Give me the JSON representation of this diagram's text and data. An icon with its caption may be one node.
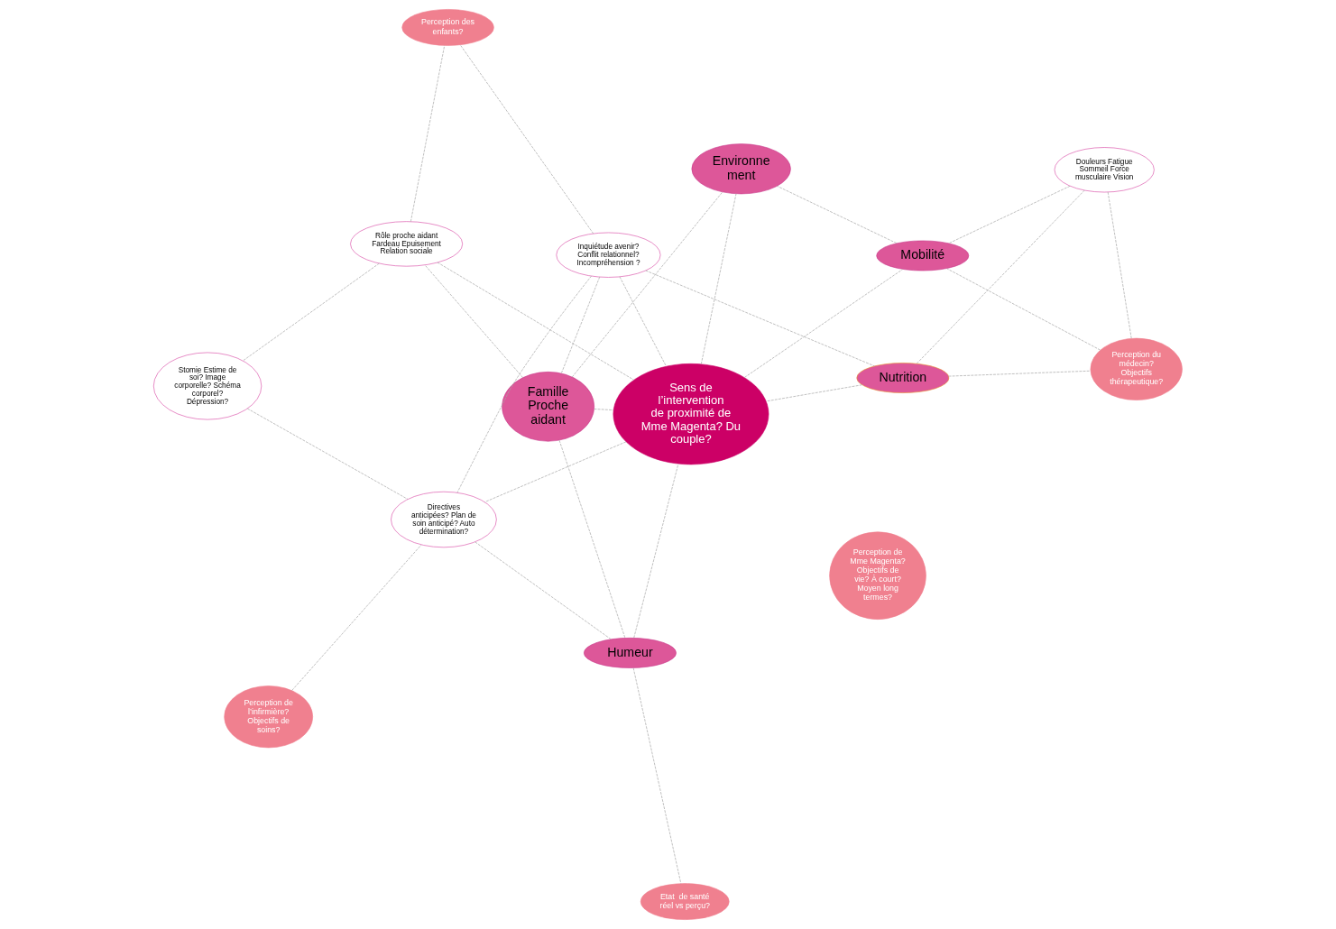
{
  "diagram": {
    "nodes": [
      {
        "text": [
          "Famille Proche aidant"
        ]
      },
      {
        "text": [
          "Inquiétude avenir? Conflit relationnel? Incompréhension ?"
        ]
      },
      {
        "text": [
          "Rôle proche aidant Fardeau Epuisement Relation sociale"
        ]
      },
      {
        "text": [
          "Stomie Estime de soi? Image corporelle? Schéma corporel? Dépression?"
        ]
      },
      {
        "text": [
          "Perception des enfants?"
        ]
      },
      {
        "text": [
          "Humeur"
        ]
      },
      {
        "text": [
          "Perception de Mme Magenta? Objectifs de vie? À court? Moyen long termes?"
        ]
      },
      {
        "text": [
          "Sens de l’intervention de proximité de Mme Magenta? Du couple?"
        ]
      },
      {
        "text": [
          "Etat  de santé réel vs perçu?"
        ]
      },
      {
        "text": [
          "Nutrition"
        ]
      },
      {
        "text": [
          "Directives anticipées? Plan de soin anticipé? Auto détermination?"
        ]
      },
      {
        "text": [
          "Perception du médecin? Objectifs thérapeutique?"
        ]
      },
      {
        "text": [
          "Perception de l’infirmière? Objectifs de soins?"
        ]
      },
      {
        "text": [
          "Environne ment"
        ]
      },
      {
        "text": [
          "Douleurs Fatigue Sommeil Force musculaire Vision"
        ]
      },
      {
        "text": [
          "Mobilité"
        ]
      }
    ],
    "edges": [
      {
        "from": 1,
        "to": 0,
        "arrow": "none",
        "style": "dashed"
      },
      {
        "from": 1,
        "to": 10,
        "arrow": "none",
        "style": "dashed"
      },
      {
        "from": 1,
        "to": 7,
        "arrow": "none",
        "style": "dashed"
      },
      {
        "from": 1,
        "to": 4,
        "arrow": "none",
        "style": "dashed"
      },
      {
        "from": 1,
        "to": 9,
        "arrow": "none",
        "style": "dashed"
      },
      {
        "from": 0,
        "to": 2,
        "arrow": "none",
        "style": "dashed"
      },
      {
        "from": 0,
        "to": 5,
        "arrow": "none",
        "style": "dashed"
      },
      {
        "from": 0,
        "to": 7,
        "arrow": "none",
        "style": "dashed"
      },
      {
        "from": 0,
        "to": 13,
        "arrow": "none",
        "style": "dashed"
      },
      {
        "from": 2,
        "to": 4,
        "arrow": "none",
        "style": "dashed"
      },
      {
        "from": 2,
        "to": 7,
        "arrow": "none",
        "style": "dashed"
      },
      {
        "from": 2,
        "to": 3,
        "arrow": "none",
        "style": "dashed"
      },
      {
        "from": 3,
        "to": 10,
        "arrow": "none",
        "style": "dashed"
      },
      {
        "from": 5,
        "to": 8,
        "arrow": "none",
        "style": "dashed"
      },
      {
        "from": 5,
        "to": 7,
        "arrow": "none",
        "style": "dashed"
      },
      {
        "from": 5,
        "to": 10,
        "arrow": "none",
        "style": "dashed"
      },
      {
        "from": 7,
        "to": 10,
        "arrow": "none",
        "style": "dashed"
      },
      {
        "from": 7,
        "to": 13,
        "arrow": "none",
        "style": "dashed"
      },
      {
        "from": 12,
        "to": 10,
        "arrow": "none",
        "style": "dashed"
      },
      {
        "from": 7,
        "to": 15,
        "arrow": "none",
        "style": "dashed"
      },
      {
        "from": 11,
        "to": 15,
        "arrow": "none",
        "style": "dashed"
      },
      {
        "from": 14,
        "to": 11,
        "arrow": "none",
        "style": "dashed"
      },
      {
        "from": 14,
        "to": 15,
        "arrow": "none",
        "style": "dashed"
      },
      {
        "from": 15,
        "to": 13,
        "arrow": "none",
        "style": "dashed"
      },
      {
        "from": 9,
        "to": 7,
        "arrow": "none",
        "style": "dashed"
      },
      {
        "from": 9,
        "to": 11,
        "arrow": "none",
        "style": "dashed"
      },
      {
        "from": 9,
        "to": 14,
        "arrow": "none",
        "style": "dashed"
      }
    ]
  }
}
